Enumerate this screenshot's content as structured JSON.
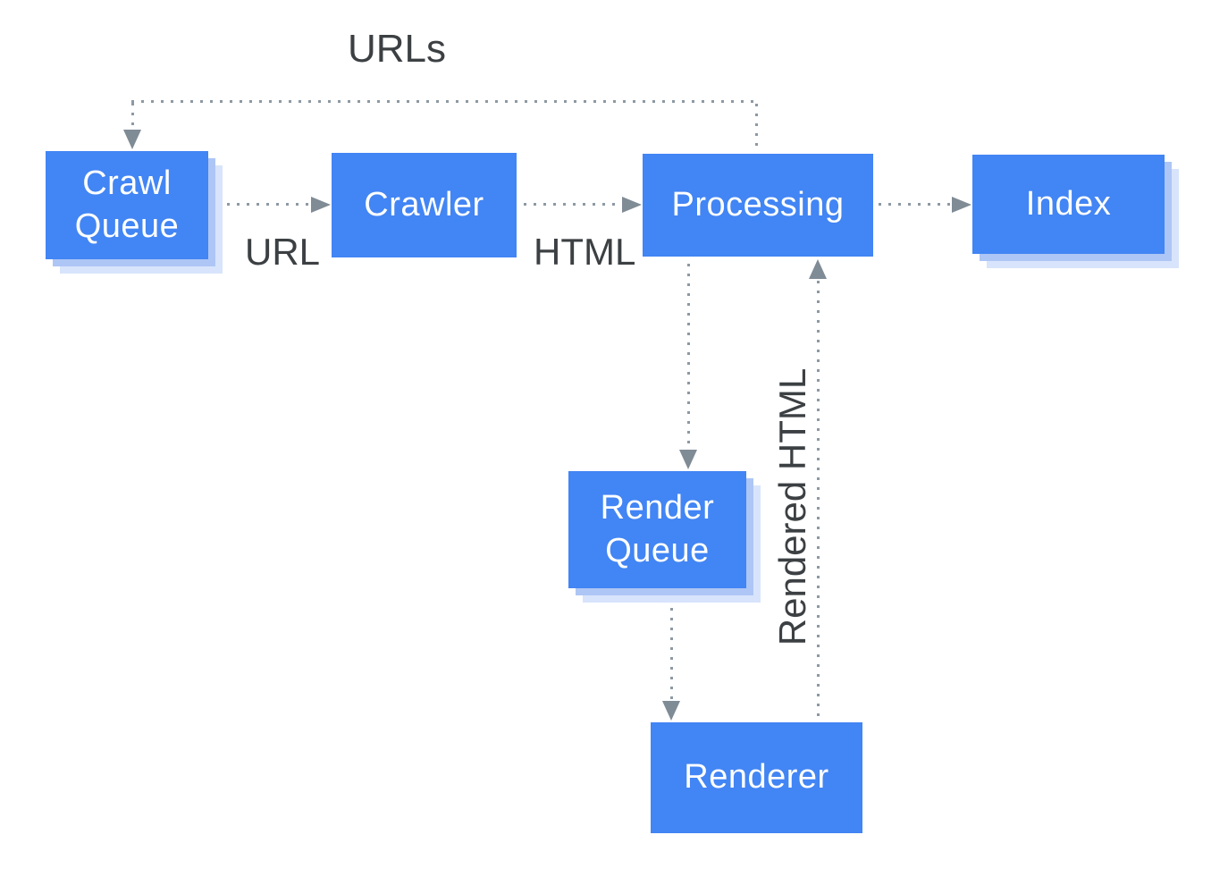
{
  "diagram": {
    "type": "flowchart",
    "background": "#ffffff",
    "nodes": [
      {
        "id": "crawl-queue",
        "label": "Crawl Queue",
        "stacked": true
      },
      {
        "id": "crawler",
        "label": "Crawler",
        "stacked": false
      },
      {
        "id": "processing",
        "label": "Processing",
        "stacked": false
      },
      {
        "id": "index",
        "label": "Index",
        "stacked": true
      },
      {
        "id": "render-queue",
        "label": "Render Queue",
        "stacked": true
      },
      {
        "id": "renderer",
        "label": "Renderer",
        "stacked": false
      }
    ],
    "edges": [
      {
        "from": "processing",
        "to": "crawl-queue",
        "label": "URLs",
        "style": "dotted-arrow"
      },
      {
        "from": "crawl-queue",
        "to": "crawler",
        "label": "URL",
        "style": "dotted-arrow"
      },
      {
        "from": "crawler",
        "to": "processing",
        "label": "HTML",
        "style": "dotted-arrow"
      },
      {
        "from": "processing",
        "to": "index",
        "label": "",
        "style": "dotted-arrow"
      },
      {
        "from": "processing",
        "to": "render-queue",
        "label": "",
        "style": "dotted-arrow"
      },
      {
        "from": "render-queue",
        "to": "renderer",
        "label": "",
        "style": "dotted-arrow"
      },
      {
        "from": "renderer",
        "to": "processing",
        "label": "Rendered HTML",
        "style": "dotted-arrow"
      }
    ],
    "colors": {
      "node_fill": "#4285f4",
      "node_text": "#ffffff",
      "stack_shadow_near": "#aec6f5",
      "stack_shadow_far": "#d8e4fb",
      "connector_dots": "#8d99a3",
      "arrowhead": "#7f8b95",
      "edge_label_text": "#3c4043"
    }
  }
}
